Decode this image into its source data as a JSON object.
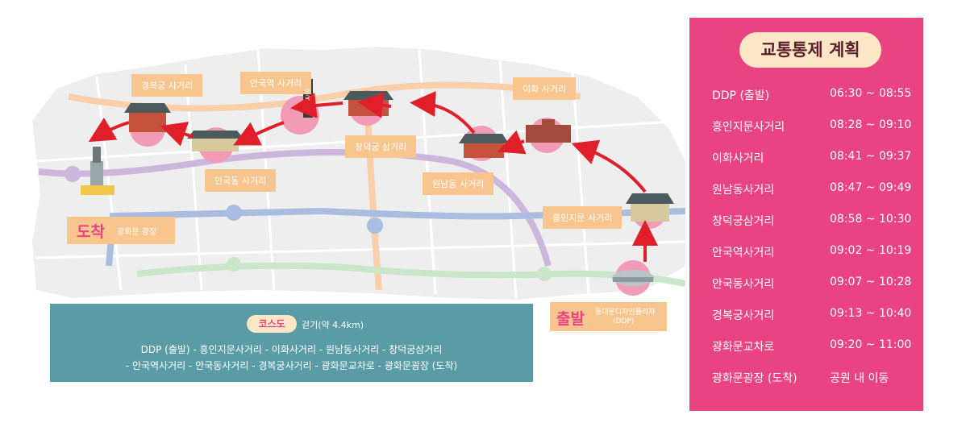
{
  "map": {
    "labels": {
      "gyeongbokgung": "경복궁 사거리",
      "anguk_station": "안국역 사거리",
      "ihwa": "이화 사거리",
      "changdeokgung": "창덕궁 삼거리",
      "angukdong": "안국동 사거리",
      "wonnamdong": "원남동 사거리",
      "heunginjimun": "흥인지문 사거리"
    },
    "station_sign": "안국",
    "arrival_tag": "도착",
    "arrival_place": "광화문 광장",
    "departure_tag": "출발",
    "departure_place_line1": "동대문디자인플라자",
    "departure_place_line2": "(DDP)"
  },
  "course": {
    "badge": "코스도",
    "walk": "걷기(약 4.4km)",
    "line1": "DDP (출발) - 흥인지문사거리 - 이화사거리 - 원남동사거리 - 창덕궁삼거리",
    "line2": "- 안국역사거리 - 안국동사거리 - 경복궁사거리 - 광화문교차로 - 광화문광장 (도착)"
  },
  "panel": {
    "title": "교통통제 계획",
    "rows": [
      {
        "name": "DDP (출발)",
        "time": "06:30 ~ 08:55"
      },
      {
        "name": "흥인지문사거리",
        "time": "08:28 ~ 09:10"
      },
      {
        "name": "이화사거리",
        "time": "08:41 ~ 09:37"
      },
      {
        "name": "원남동사거리",
        "time": "08:47 ~ 09:49"
      },
      {
        "name": "창덕궁삼거리",
        "time": "08:58 ~ 10:30"
      },
      {
        "name": "안국역사거리",
        "time": "09:02 ~ 10:19"
      },
      {
        "name": "안국동사거리",
        "time": "09:07 ~ 10:28"
      },
      {
        "name": "경복궁사거리",
        "time": "09:13 ~ 10:40"
      },
      {
        "name": "광화문교차로",
        "time": "09:20 ~ 11:00"
      },
      {
        "name": "광화문광장 (도착)",
        "time": "공원 내 이동"
      }
    ]
  },
  "colors": {
    "panel": "#e94381",
    "title_pill": "#fbe7c6",
    "label": "#f8c58e",
    "route": "#e01f2b",
    "course_box": "#5a9ca6",
    "pink_circle": "#f29bb7"
  }
}
